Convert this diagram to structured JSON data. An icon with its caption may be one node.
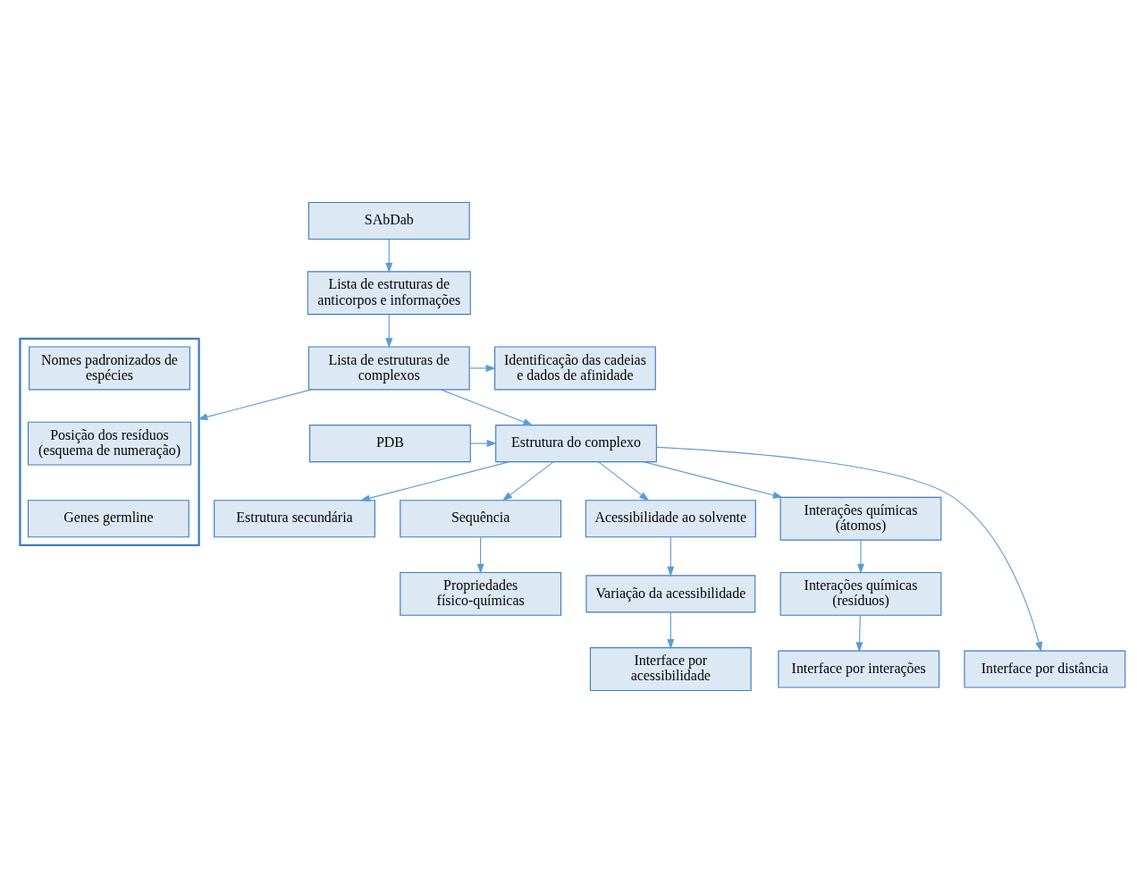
{
  "diagram": {
    "nodes": [
      {
        "text": [
          "SAbDab"
        ]
      },
      {
        "text": [
          "Lista de estruturas de anticorpos e informações"
        ]
      },
      {
        "text": [
          "Lista de estruturas de complexos"
        ]
      },
      {
        "text": [],
        "shape": "box"
      },
      {
        "text": [
          "Nomes padronizados de espécies"
        ],
        "in": 3
      },
      {
        "text": [
          "Posição dos resíduos (esquema de numeração)"
        ],
        "in": 3
      },
      {
        "text": [
          "Genes germline"
        ],
        "in": 3
      },
      {
        "text": [
          "Identificação das cadeias e dados de afinidade"
        ]
      },
      {
        "text": [
          "Estrutura do complexo"
        ]
      },
      {
        "text": [
          "PDB"
        ]
      },
      {
        "text": [
          "Estrutura secundária"
        ]
      },
      {
        "text": [
          "Sequência"
        ]
      },
      {
        "text": [
          "Acessibilidade ao solvente"
        ]
      },
      {
        "text": [
          "Interações químicas (átomos)"
        ]
      },
      {
        "text": [
          "Propriedades físico-químicas"
        ]
      },
      {
        "text": [
          "Variação da acessibilidade"
        ]
      },
      {
        "text": [
          "Interações químicas (resíduos)"
        ]
      },
      {
        "text": [
          "Interface por distância"
        ]
      },
      {
        "text": [
          "Interface por acessibilidade"
        ]
      },
      {
        "text": [
          "Interface por interações"
        ]
      }
    ],
    "edges": [
      {
        "from": 0,
        "to": 1,
        "arrow": "to"
      },
      {
        "from": 1,
        "to": 2,
        "arrow": "to"
      },
      {
        "from": 2,
        "to": 3,
        "arrow": "to"
      },
      {
        "from": 2,
        "to": 7,
        "arrow": "to"
      },
      {
        "from": 2,
        "to": 8,
        "arrow": "to"
      },
      {
        "from": 9,
        "to": 8,
        "arrow": "to"
      },
      {
        "from": 8,
        "to": 10,
        "arrow": "to"
      },
      {
        "from": 8,
        "to": 11,
        "arrow": "to"
      },
      {
        "from": 8,
        "to": 12,
        "arrow": "to"
      },
      {
        "from": 8,
        "to": 13,
        "arrow": "to"
      },
      {
        "from": 11,
        "to": 14,
        "arrow": "to"
      },
      {
        "from": 12,
        "to": 15,
        "arrow": "to"
      },
      {
        "from": 13,
        "to": 16,
        "arrow": "to"
      },
      {
        "from": 8,
        "to": 17,
        "arrow": "to"
      },
      {
        "from": 15,
        "to": 18,
        "arrow": "to"
      },
      {
        "from": 16,
        "to": 19,
        "arrow": "to"
      }
    ]
  }
}
